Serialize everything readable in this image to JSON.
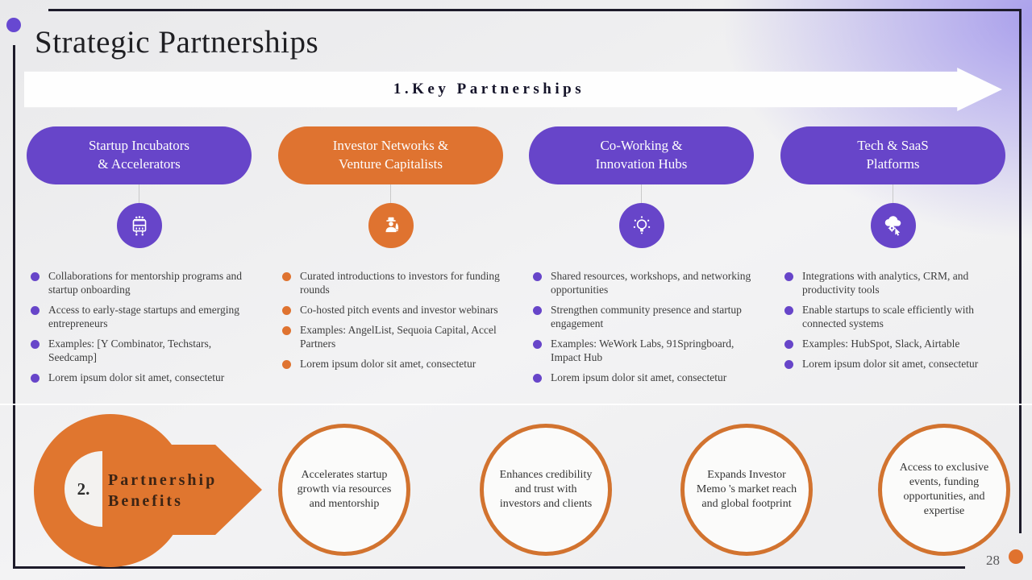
{
  "slide_title": "Strategic Partnerships",
  "page_number": "28",
  "section1": {
    "label": "1.Key Partnerships"
  },
  "colors": {
    "purple_accent": "#6745c9",
    "orange_accent": "#df7330",
    "frame": "#1d1b2a",
    "benefit_ring": "#d2732f"
  },
  "columns": [
    {
      "id": "startup-incubators",
      "accent": "purple",
      "icon": "incubator-machine-icon",
      "header_line1": "Startup Incubators",
      "header_line2": "& Accelerators",
      "bullets": [
        "Collaborations for mentorship programs and startup onboarding",
        "Access to early-stage startups and emerging entrepreneurs",
        "Examples: [Y Combinator, Techstars, Seedcamp]",
        "Lorem ipsum dolor sit amet, consectetur"
      ]
    },
    {
      "id": "investor-networks",
      "accent": "orange",
      "icon": "investor-rocket-icon",
      "header_line1": "Investor Networks &",
      "header_line2": "Venture Capitalists",
      "bullets": [
        "Curated introductions to investors for funding rounds",
        "Co-hosted pitch events and investor webinars",
        "Examples: AngelList, Sequoia Capital, Accel Partners",
        "Lorem ipsum dolor sit amet, consectetur"
      ]
    },
    {
      "id": "co-working-hubs",
      "accent": "purple",
      "icon": "idea-network-icon",
      "header_line1": "Co-Working &",
      "header_line2": "Innovation Hubs",
      "bullets": [
        "Shared resources, workshops, and networking opportunities",
        "Strengthen community presence and startup engagement",
        "Examples: WeWork Labs, 91Springboard, Impact Hub",
        "Lorem ipsum dolor sit amet, consectetur"
      ]
    },
    {
      "id": "tech-saas-platforms",
      "accent": "purple",
      "icon": "cloud-gear-icon",
      "header_line1": "Tech & SaaS",
      "header_line2": "Platforms",
      "bullets": [
        "Integrations with analytics, CRM, and productivity tools",
        "Enable startups to scale efficiently with connected systems",
        "Examples: HubSpot, Slack, Airtable",
        "Lorem ipsum dolor sit amet, consectetur"
      ]
    }
  ],
  "section2": {
    "number": "2.",
    "label_line1": "Partnership",
    "label_line2": "Benefits",
    "benefits": [
      "Accelerates startup growth via resources and mentorship",
      "Enhances credibility and trust with investors and clients",
      "Expands Investor Memo 's market reach and global footprint",
      "Access to exclusive events, funding opportunities, and expertise"
    ]
  }
}
